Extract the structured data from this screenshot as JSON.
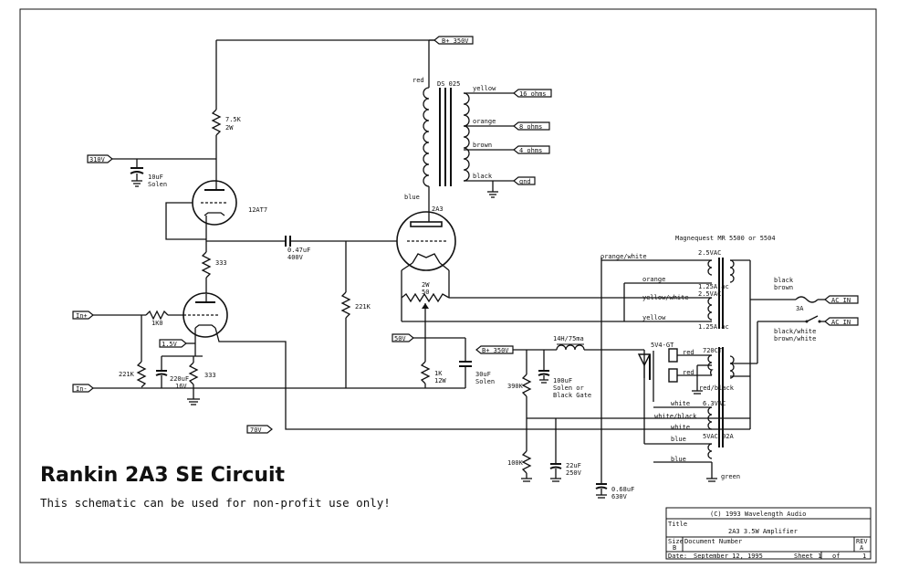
{
  "title": "Rankin 2A3 SE Circuit",
  "subtitle": "This schematic can be used for non-profit use only!",
  "flags": {
    "b350_top": "B+ 350V",
    "v310": "310V",
    "in_plus": "In+",
    "in_minus": "In-",
    "v15": "1.5V",
    "v50": "50V",
    "v70": "70V",
    "b350_psu": "B+ 350V",
    "ohm16": "16 ohms",
    "ohm8": "8 ohms",
    "ohm4": "4 ohms",
    "gnd": "gnd",
    "ac_in_1": "AC IN",
    "ac_in_2": "AC IN"
  },
  "components": {
    "r_7k5": "7.5K",
    "r_7k5_w": "2W",
    "c_10uf": "10uF",
    "c_10uf_type": "Solen",
    "v1": "12AT7",
    "r_333_top": "333",
    "c_047": "0.47uF",
    "c_047_v": "400V",
    "r_221k_mid": "221K",
    "r_1k0": "1K0",
    "r_221k_in": "221K",
    "c_220uf": "220uF",
    "c_220uf_v": "16V",
    "r_333_bot": "333",
    "v2": "2A3",
    "pot_w": "2W",
    "pot_val": "50",
    "r_1k": "1K",
    "r_1k_w": "12W",
    "c_30uf": "30uF",
    "c_30uf_type": "Solen",
    "ot": "DS 025",
    "ot_red": "red",
    "ot_blue": "blue",
    "ot_yellow": "yellow",
    "ot_orange": "orange",
    "ot_brown": "brown",
    "ot_black": "black",
    "choke": "14H/75ma",
    "c_100uf": "100uF",
    "c_100uf_type": "Solen or",
    "c_100uf_type2": "Black Gate",
    "r_390k": "390K",
    "r_100k": "100K",
    "c_22uf": "22uF",
    "c_22uf_v": "250V",
    "c_068": "0.68uF",
    "c_068_v": "630V",
    "rect": "5V4-GT",
    "trans": "Magnequest MR 5500 or 5504",
    "t1_25": "2.5VAC",
    "t1_125": "1.25A ac",
    "t2_25": "2.5VAC",
    "t2_125": "1.25A ac",
    "w_ow": "orange/white",
    "w_o": "orange",
    "w_yw": "yellow/white",
    "w_y": "yellow",
    "w_red1": "red",
    "w_ct": "720CT",
    "w_red2": "red",
    "w_rb": "red/black",
    "w_white1": "white",
    "w_63": "6.3VAC",
    "w_wb": "white/black",
    "w_white2": "white",
    "w_blue1": "blue",
    "w_5v": "5VAC 02A",
    "w_blue2": "blue",
    "w_green": "green",
    "pri_black": "black",
    "pri_brown": "brown",
    "pri_bw": "black/white",
    "pri_brw": "brown/white",
    "fuse": "3A"
  },
  "titleblock": {
    "copyright": "(C) 1993 Wavelength Audio",
    "title_label": "Title",
    "title_value": "2A3 3.5W Amplifier",
    "size_label": "Size",
    "size_value": "B",
    "docnum_label": "Document Number",
    "rev_label": "REV",
    "rev_value": "A",
    "date_label": "Date:",
    "date_value": "September 12, 1995",
    "sheet_label": "Sheet",
    "sheet_value": "1",
    "of_label": "of",
    "of_value": "1"
  }
}
